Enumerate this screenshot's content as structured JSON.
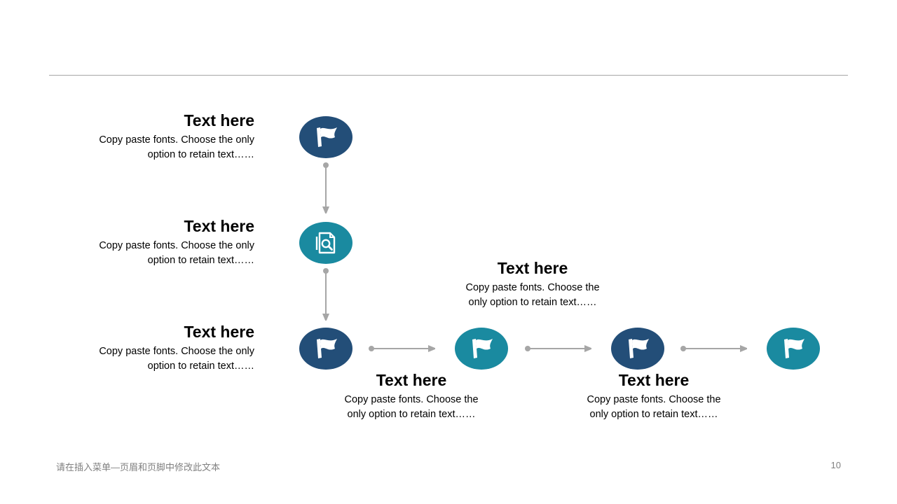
{
  "colors": {
    "dark_blue": "#234e78",
    "teal": "#1a8aa0",
    "connector": "#a6a6a6",
    "rule": "#a6a6a6"
  },
  "steps": [
    {
      "title": "Text here",
      "body_line1": "Copy paste fonts. Choose the only",
      "body_line2": "option to retain text……",
      "icon": "flag-icon",
      "color": "dark_blue"
    },
    {
      "title": "Text here",
      "body_line1": "Copy paste fonts. Choose the only",
      "body_line2": "option to retain text……",
      "icon": "document-search-icon",
      "color": "teal"
    },
    {
      "title": "Text here",
      "body_line1": "Copy paste fonts. Choose the only",
      "body_line2": "option to retain text……",
      "icon": "flag-icon",
      "color": "dark_blue"
    },
    {
      "title": "Text here",
      "body_line1": "Copy paste fonts. Choose the",
      "body_line2": "only option to retain text……",
      "icon": "flag-icon",
      "color": "teal"
    },
    {
      "title": "Text here",
      "body_line1": "Copy paste fonts. Choose the",
      "body_line2": "only option to retain text……",
      "icon": "flag-icon",
      "color": "dark_blue"
    },
    {
      "title": "Text here",
      "body_line1": "Copy paste fonts. Choose the",
      "body_line2": "only option to retain text……",
      "icon": "flag-icon",
      "color": "teal"
    }
  ],
  "footer": {
    "text": "请在插入菜单—页眉和页脚中修改此文本",
    "page_number": "10"
  }
}
